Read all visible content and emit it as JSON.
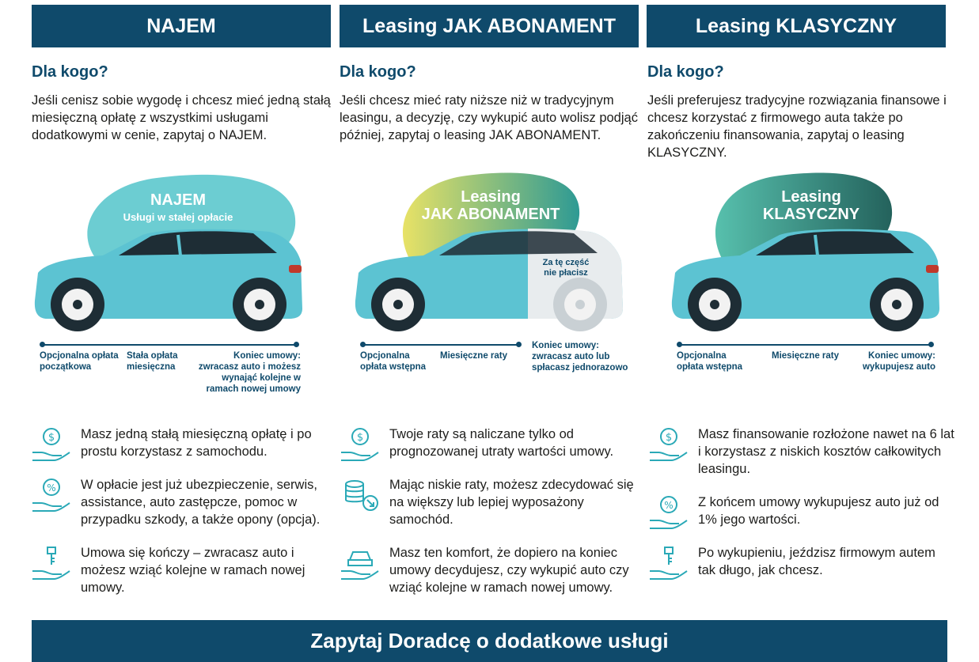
{
  "columns": [
    {
      "header": "NAJEM",
      "question": "Dla kogo?",
      "description": "Jeśli cenisz sobie wygodę i chcesz mieć jedną stałą miesięczną opłatę z wszystkimi usługami dodatkowymi w cenie, zapytaj o NAJEM.",
      "badge_title": "NAJEM",
      "badge_subtitle": "Usługi w stałej opłacie",
      "timeline": [
        "Opcjonalna opłata początkowa",
        "Stała opłata miesięczna",
        "Koniec umowy: zwracasz auto i możesz wynająć kolejne w ramach nowej umowy"
      ],
      "features": [
        {
          "icon": "dollar-hand-icon",
          "text": "Masz jedną stałą miesięczną opłatę i po prostu korzystasz z samochodu."
        },
        {
          "icon": "percent-hand-icon",
          "text": "W opłacie jest już ubezpieczenie, serwis, assistance, auto zastępcze, pomoc w przypadku szkody, a także opony (opcja)."
        },
        {
          "icon": "key-hand-icon",
          "text": "Umowa się kończy – zwracasz auto i możesz wziąć kolejne w ramach nowej umowy."
        }
      ]
    },
    {
      "header": "Leasing JAK ABONAMENT",
      "question": "Dla kogo?",
      "description": "Jeśli chcesz mieć raty niższe niż w tradycyjnym leasingu, a decyzję, czy wykupić auto wolisz podjąć później, zapytaj o leasing JAK ABONAMENT.",
      "badge_title_1": "Leasing",
      "badge_title_2": "JAK ABONAMENT",
      "car_note": "Za tę część nie płacisz",
      "timeline": [
        "Opcjonalna opłata wstępna",
        "Miesięczne raty",
        "Koniec umowy: zwracasz auto lub spłacasz jednorazowo"
      ],
      "features": [
        {
          "icon": "dollar-hand-icon",
          "text": "Twoje raty są naliczane tylko od prognozowanej utraty wartości umowy."
        },
        {
          "icon": "coins-down-icon",
          "text": "Mając niskie raty, możesz zdecydować się na większy lub lepiej wyposażony samochód."
        },
        {
          "icon": "car-hand-icon",
          "text": "Masz ten komfort, że dopiero na koniec umowy decydujesz, czy wykupić auto czy wziąć kolejne w ramach nowej umowy."
        }
      ]
    },
    {
      "header": "Leasing KLASYCZNY",
      "question": "Dla kogo?",
      "description": "Jeśli preferujesz tradycyjne rozwiązania finansowe i chcesz korzystać z firmowego auta także po zakończeniu finansowania, zapytaj o leasing KLASYCZNY.",
      "badge_title_1": "Leasing",
      "badge_title_2": "KLASYCZNY",
      "timeline": [
        "Opcjonalna opłata wstępna",
        "Miesięczne raty",
        "Koniec umowy: wykupujesz auto"
      ],
      "features": [
        {
          "icon": "dollar-hand-icon",
          "text": "Masz finansowanie rozłożone nawet na 6 lat i korzystasz z niskich kosztów całkowitych leasingu."
        },
        {
          "icon": "percent-hand-icon",
          "text": "Z końcem umowy wykupujesz auto już od 1% jego wartości."
        },
        {
          "icon": "key-hand-icon",
          "text": "Po wykupieniu, jeździsz firmowym autem tak długo, jak chcesz."
        }
      ]
    }
  ],
  "footer": "Zapytaj Doradcę o dodatkowe usługi",
  "colors": {
    "navy": "#0f4a6b",
    "car": "#5cc3d2",
    "blob1": "#6ccdd2",
    "blob3": "#2e8a86"
  }
}
